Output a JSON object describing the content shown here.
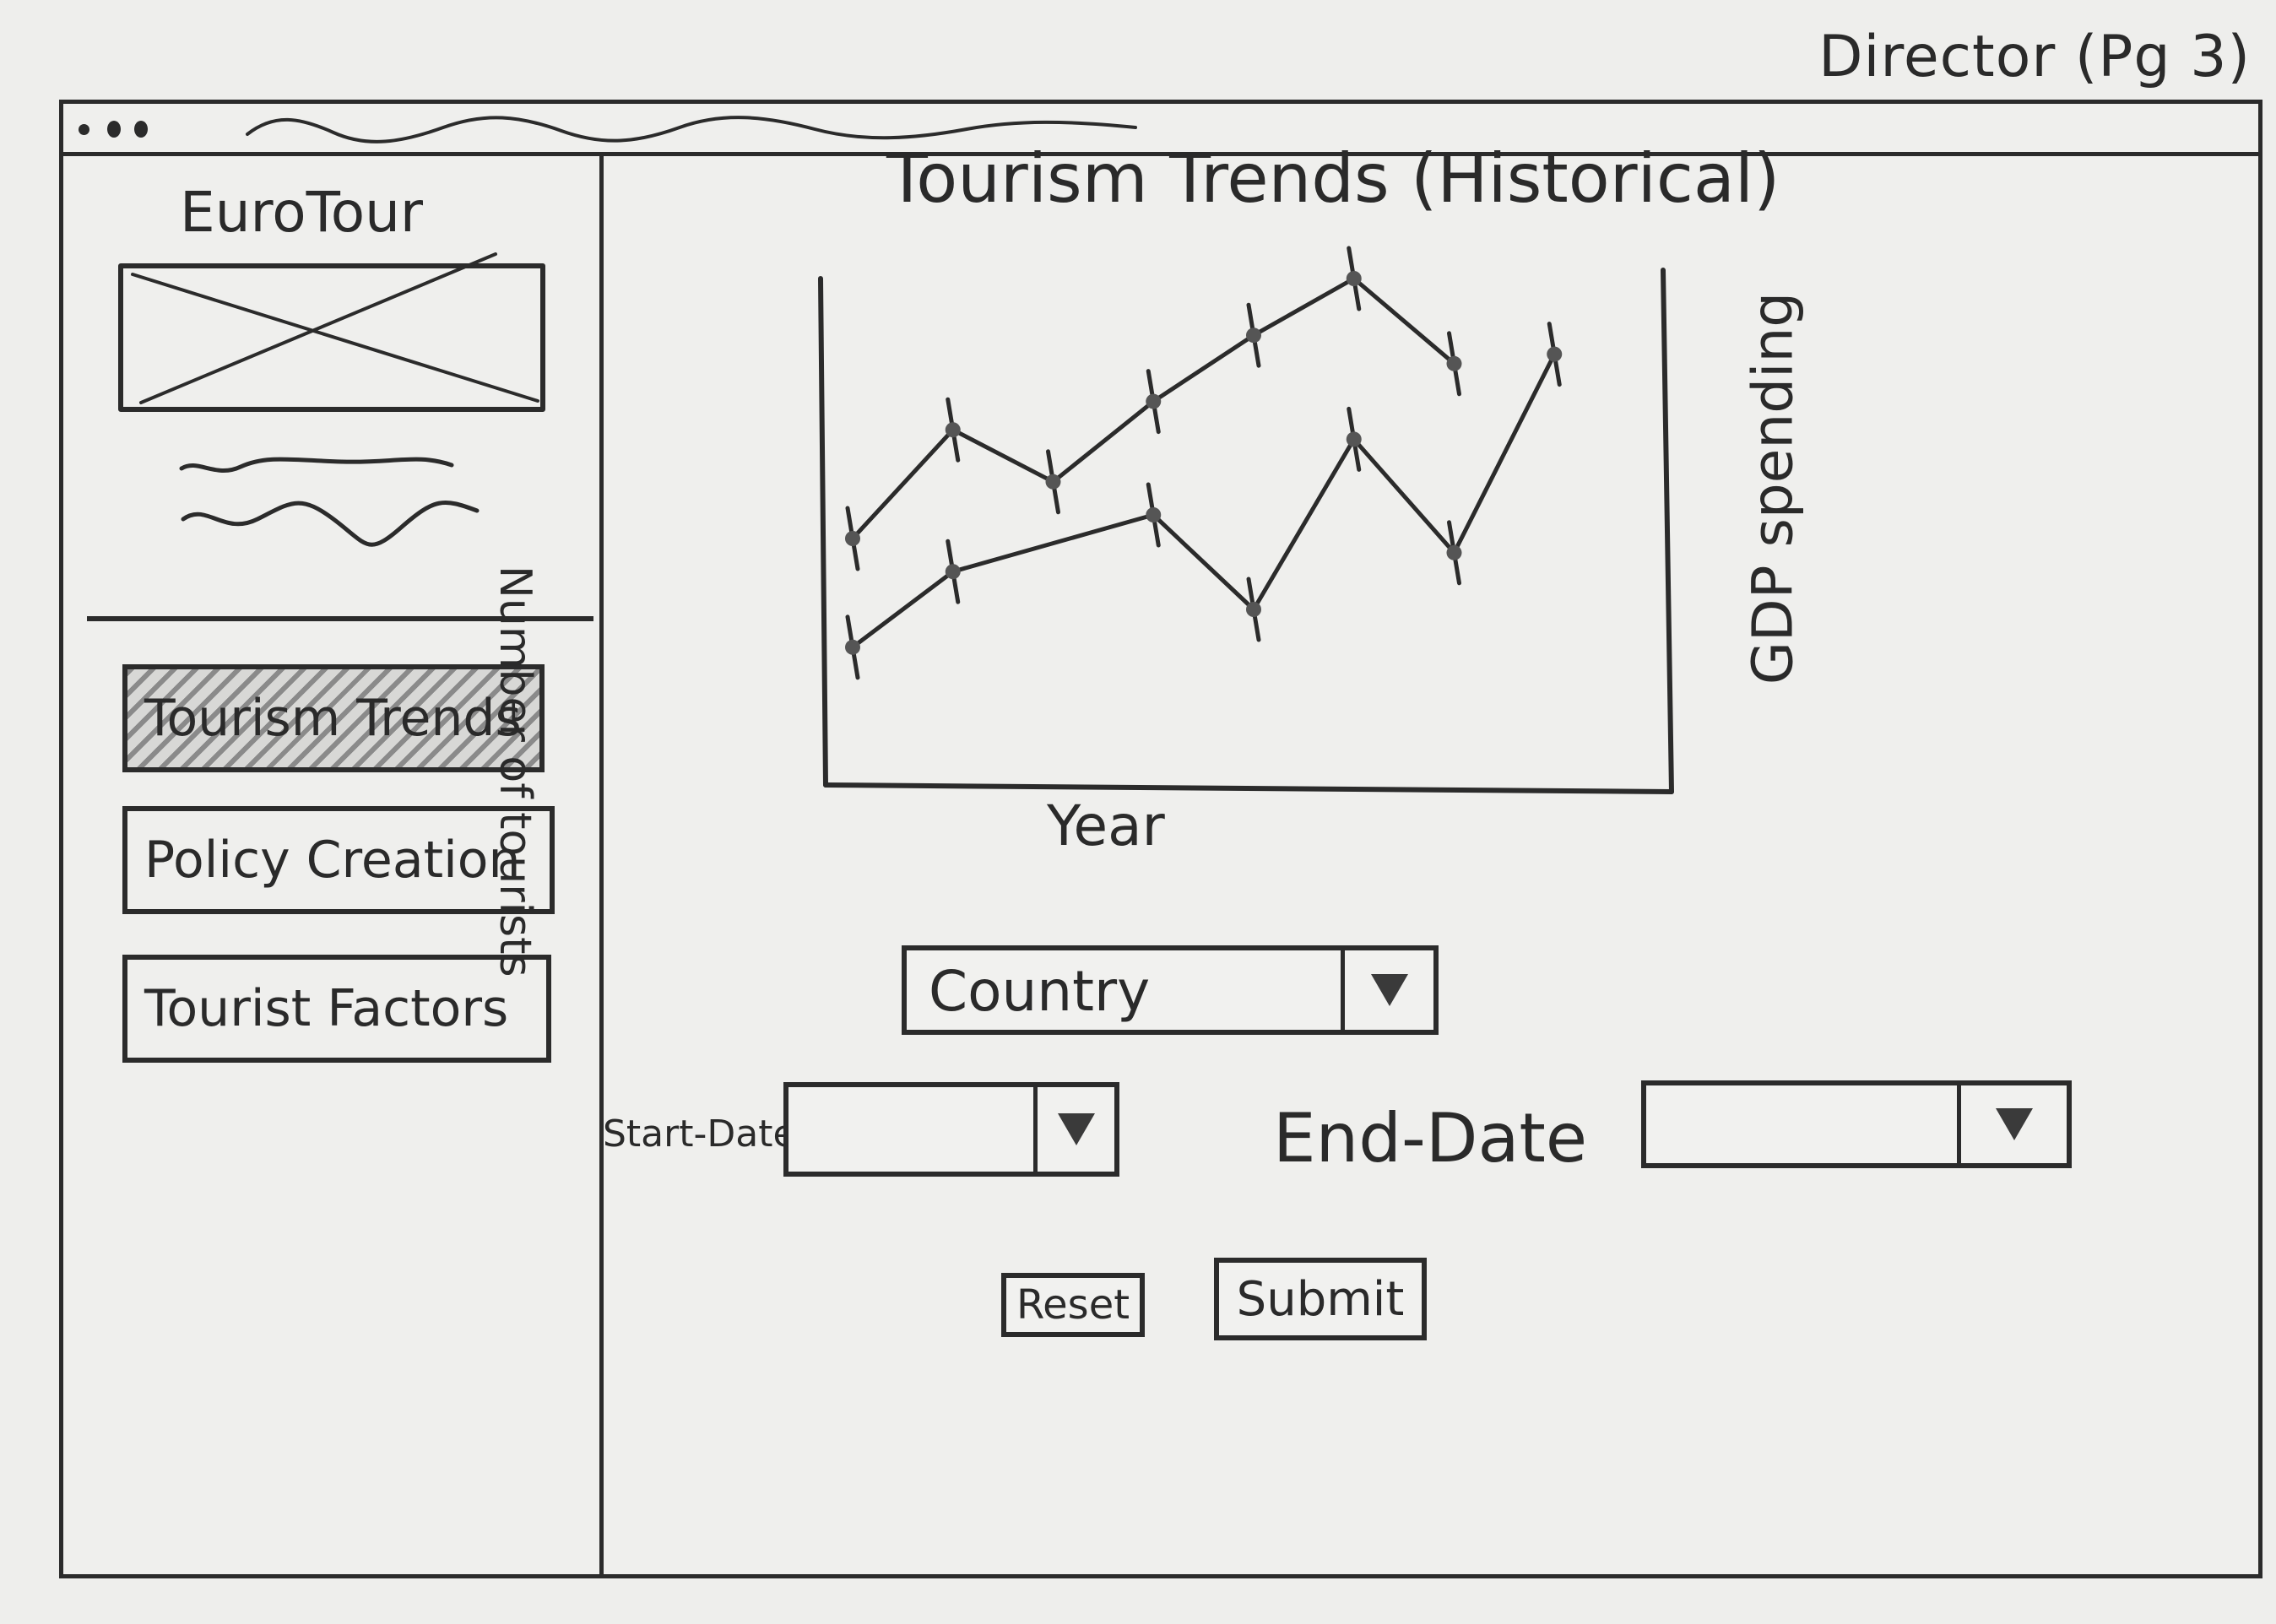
{
  "page_label": "Director (Pg 3)",
  "app": {
    "brand": "EuroTour",
    "tagline_visible": false
  },
  "sidebar": {
    "items": [
      {
        "label": "Tourism Trends",
        "active": true
      },
      {
        "label": "Policy Creation",
        "active": false
      },
      {
        "label": "Tourist Factors",
        "active": false
      }
    ]
  },
  "chart": {
    "title": "Tourism Trends (Historical)",
    "ylabel": "Number of tourists",
    "y2label": "GDP spending",
    "xlabel": "Year"
  },
  "chart_data": {
    "type": "line",
    "title": "Tourism Trends (Historical)",
    "xlabel": "Year",
    "ylabel": "Number of tourists",
    "y2label": "GDP spending",
    "x": [
      1,
      2,
      3,
      4,
      5,
      6,
      7,
      8,
      9
    ],
    "series": [
      {
        "values": [
          45,
          68,
          57,
          74,
          88,
          100,
          82,
          null,
          null
        ]
      },
      {
        "values": [
          22,
          38,
          null,
          50,
          30,
          66,
          42,
          84,
          null
        ]
      }
    ],
    "ylim": [
      0,
      100
    ],
    "grid": false,
    "sketch": true
  },
  "filters": {
    "country": {
      "value": "Country"
    },
    "start_date": {
      "label": "Start-Date",
      "value": ""
    },
    "end_date": {
      "label": "End-Date",
      "value": ""
    }
  },
  "buttons": {
    "reset": "Reset",
    "submit": "Submit"
  },
  "colors": {
    "ink": "#2b2b2b",
    "paper": "#eeeeec"
  }
}
